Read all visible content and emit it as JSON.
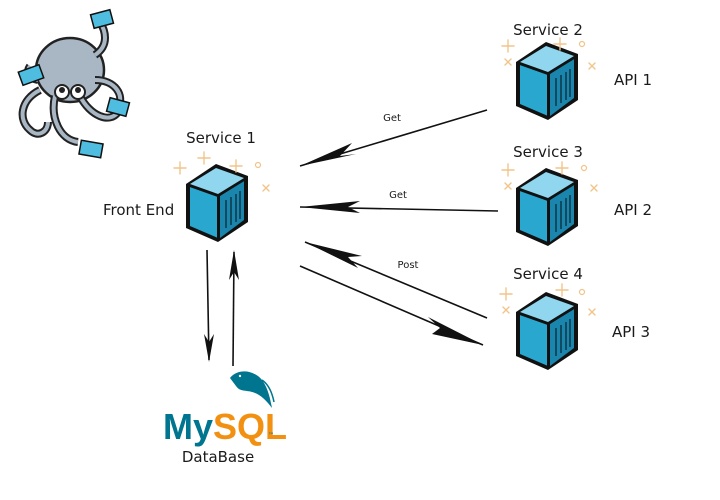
{
  "services": {
    "s1": {
      "name": "Service 1",
      "role": "Front End"
    },
    "s2": {
      "name": "Service 2",
      "api": "API 1"
    },
    "s3": {
      "name": "Service 3",
      "api": "API 2"
    },
    "s4": {
      "name": "Service 4",
      "api": "API 3"
    }
  },
  "edges": {
    "e1": "Get",
    "e2": "Get",
    "e3": "Post"
  },
  "database": {
    "logo_my": "My",
    "logo_sql": "SQL",
    "label": "DataBase"
  },
  "colors": {
    "container_face": "#2aa7cf",
    "container_top": "#8fd6ee",
    "container_side": "#1b7fa3",
    "mysql_blue": "#00758f",
    "mysql_orange": "#f29111",
    "octopus": "#a9b7c4"
  }
}
